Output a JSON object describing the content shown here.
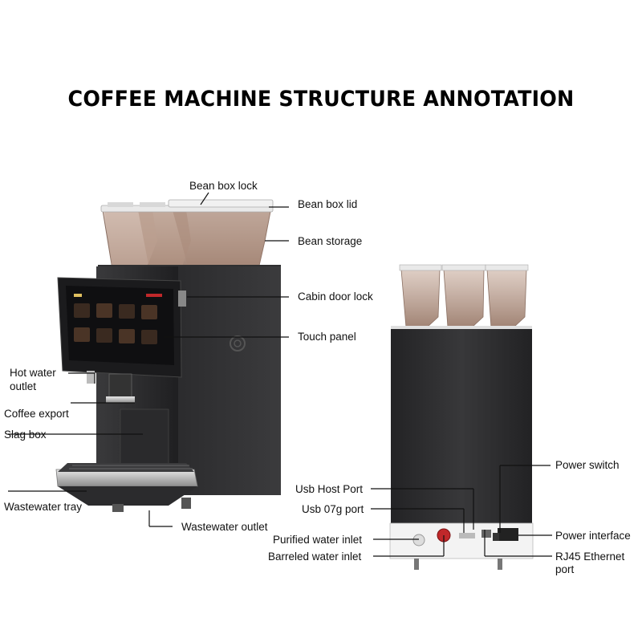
{
  "title": "COFFEE MACHINE STRUCTURE ANNOTATION",
  "labels": {
    "bean_box_lock": "Bean box lock",
    "bean_box_lid": "Bean box lid",
    "bean_storage": "Bean storage",
    "cabin_door_lock": "Cabin door lock",
    "touch_panel": "Touch panel",
    "hot_water_outlet_1": "Hot water",
    "hot_water_outlet_2": "outlet",
    "coffee_export": "Coffee export",
    "slag_box": "Slag box",
    "wastewater_tray": "Wastewater tray",
    "wastewater_outlet": "Wastewater outlet",
    "power_switch": "Power switch",
    "usb_host_port": "Usb Host Port",
    "usb_07g_port": "Usb 07g port",
    "purified_water_inlet": "Purified water inlet",
    "power_interface": "Power interface",
    "barreled_water_inlet": "Barreled water inlet",
    "rj45_1": "RJ45 Ethernet",
    "rj45_2": "port"
  },
  "colors": {
    "body_dark": "#2b2b2d",
    "hopper": "#b89d8e",
    "screen": "#151517",
    "steel": "#c9c9c9",
    "accent_red": "#c0282a"
  }
}
